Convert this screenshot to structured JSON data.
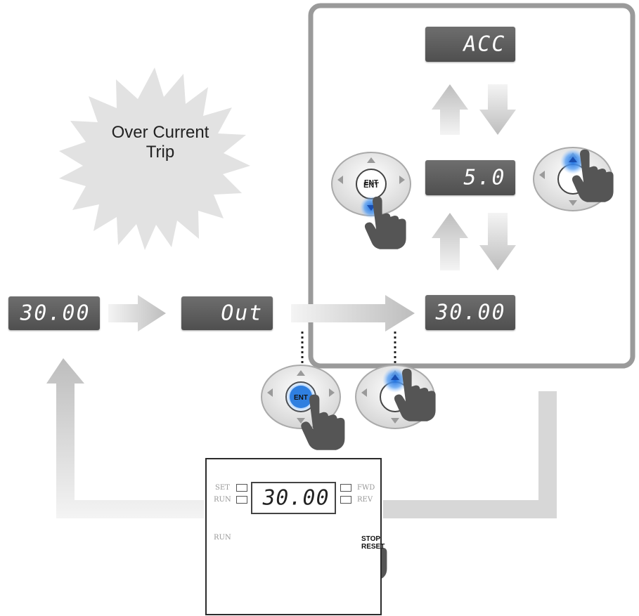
{
  "trip_label_line1": "Over Current",
  "trip_label_line2": "Trip",
  "displays": {
    "start": "30.00",
    "out": "Out",
    "acc": "ACC",
    "value": "5.0",
    "freq": "30.00"
  },
  "keypad": {
    "ent_label": "ENT",
    "display": "30.00",
    "set_label": "SET",
    "run_label": "RUN",
    "fwd_label": "FWD",
    "rev_label": "REV",
    "run_button_label": "RUN",
    "stop_line1": "STOP",
    "stop_line2": "RESET"
  },
  "colors": {
    "lcd": "#555555",
    "arrow": "#d9d9d9",
    "highlight": "#2f7fe0",
    "panel_border": "#9a9a9a"
  }
}
